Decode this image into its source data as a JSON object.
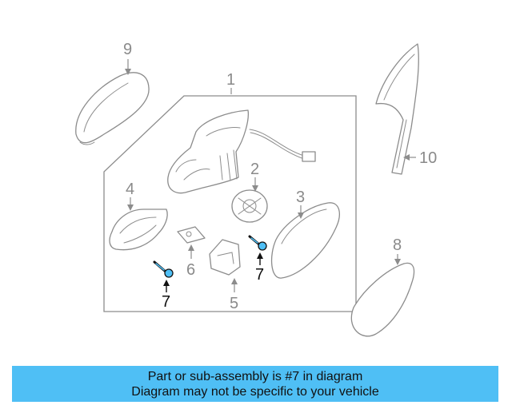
{
  "diagram": {
    "callouts": {
      "c1": "1",
      "c2": "2",
      "c3": "3",
      "c4": "4",
      "c5": "5",
      "c6": "6",
      "c7a": "7",
      "c7b": "7",
      "c8": "8",
      "c9": "9",
      "c10": "10"
    },
    "highlight_color": "#4fbff5"
  },
  "banner": {
    "line1": "Part or sub-assembly is #7 in diagram",
    "line2": "Diagram may not be specific to your vehicle",
    "background": "#4fbff5"
  }
}
